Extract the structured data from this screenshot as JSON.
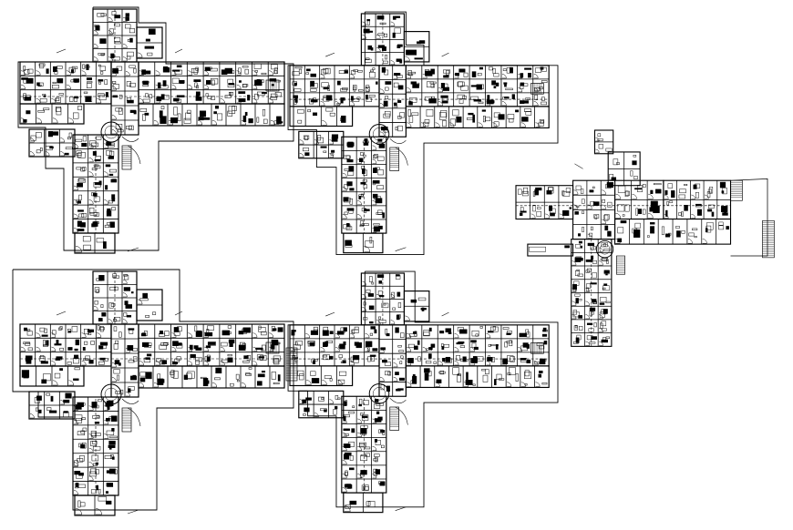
{
  "drawing": {
    "background": "#ffffff",
    "ink": "#000000",
    "plans": [
      {
        "id": "plan-1",
        "position": "top-left"
      },
      {
        "id": "plan-2",
        "position": "top-middle"
      },
      {
        "id": "plan-3",
        "position": "right"
      },
      {
        "id": "plan-4",
        "position": "bottom-left"
      },
      {
        "id": "plan-5",
        "position": "bottom-middle"
      }
    ]
  }
}
